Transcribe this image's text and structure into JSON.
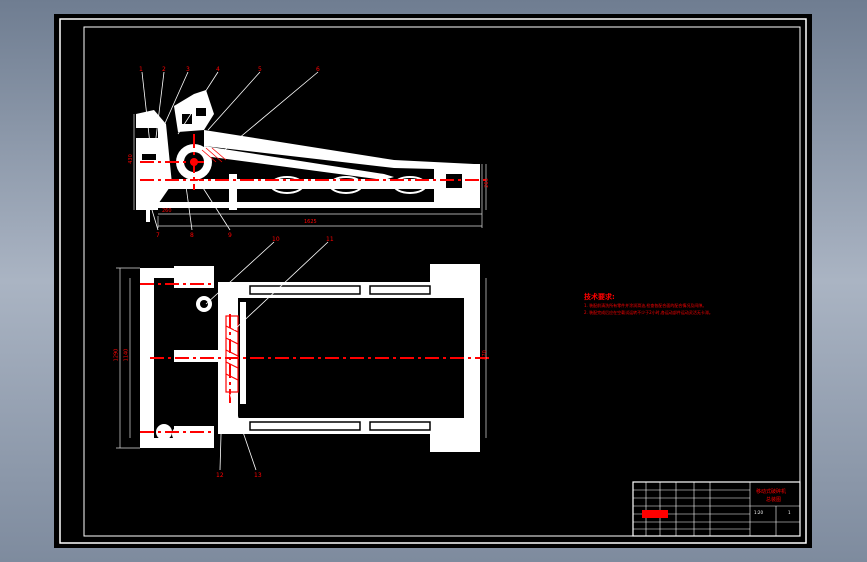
{
  "drawing": {
    "balloons_top": [
      "1",
      "2",
      "3",
      "4",
      "5",
      "6"
    ],
    "balloons_bottom_top_view": [
      "7",
      "8",
      "9"
    ],
    "balloons_plan_view": [
      "10",
      "11",
      "12",
      "13"
    ],
    "dim_overall_length": "1625",
    "dim_left_height": "430",
    "dim_sub": "260",
    "dim_right_height": "265",
    "dim_plan_width_outer": "1290",
    "dim_plan_width_inner": "1140",
    "dim_plan_right": "870"
  },
  "notes": {
    "title": "技术要求:",
    "line1": "1. 装配前清洗所有零件并涂润滑油,检查各配合面的配合情况及间隙。",
    "line2": "2. 装配完成后应在空载试运转不少于2小时,各运动部件运动灵活无卡滞。"
  },
  "title_block": {
    "name": "移动式破碎机",
    "sub": "总装图",
    "scale": "1:20",
    "sheet": "1"
  },
  "colors": {
    "sheet": "#000000",
    "lines": "#ffffff",
    "center": "#ff0000",
    "dims": "#e8e8e8"
  }
}
